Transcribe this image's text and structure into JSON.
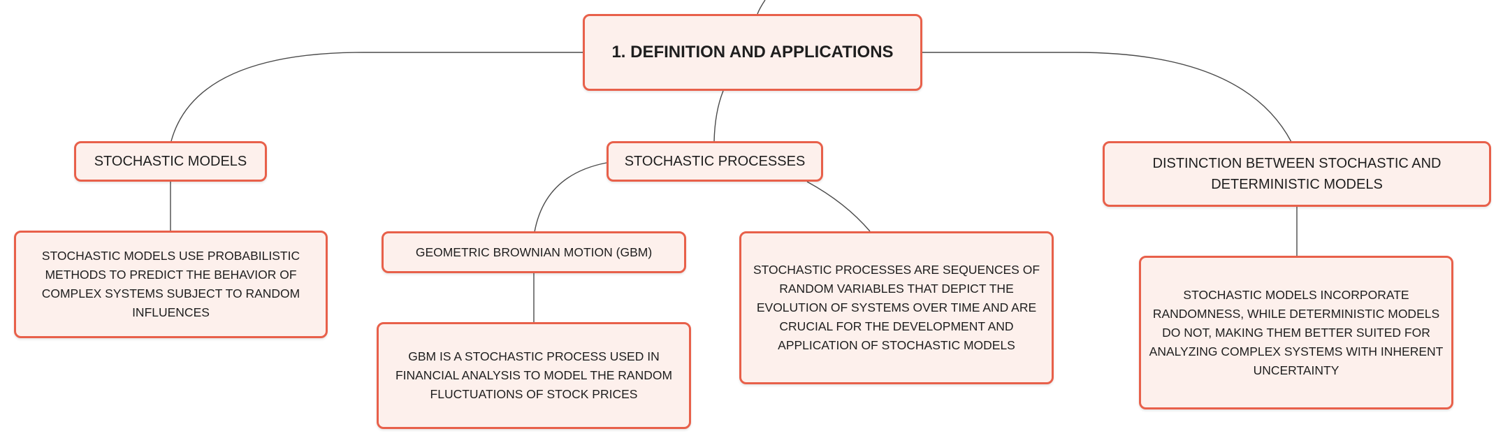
{
  "diagram": {
    "root": {
      "label": "1. DEFINITION AND APPLICATIONS"
    },
    "stochastic_models": {
      "label": "STOCHASTIC MODELS",
      "detail": "STOCHASTIC MODELS USE PROBABILISTIC METHODS TO PREDICT THE BEHAVIOR OF COMPLEX SYSTEMS SUBJECT TO RANDOM INFLUENCES"
    },
    "stochastic_processes": {
      "label": "STOCHASTIC PROCESSES",
      "detail": "STOCHASTIC PROCESSES ARE SEQUENCES OF RANDOM VARIABLES THAT DEPICT THE EVOLUTION OF SYSTEMS OVER TIME AND ARE CRUCIAL FOR THE DEVELOPMENT AND APPLICATION OF STOCHASTIC MODELS",
      "gbm": {
        "label": "GEOMETRIC BROWNIAN MOTION (GBM)",
        "detail": "GBM IS A STOCHASTIC PROCESS USED IN FINANCIAL ANALYSIS TO MODEL THE RANDOM FLUCTUATIONS OF STOCK PRICES"
      }
    },
    "distinction": {
      "label": "DISTINCTION BETWEEN STOCHASTIC AND DETERMINISTIC MODELS",
      "detail": "STOCHASTIC MODELS INCORPORATE RANDOMNESS, WHILE DETERMINISTIC MODELS DO NOT, MAKING THEM BETTER SUITED FOR ANALYZING COMPLEX SYSTEMS WITH INHERENT UNCERTAINTY"
    },
    "colors": {
      "node_fill": "#fdf0ec",
      "node_border": "#e8604a",
      "connector": "#4a4a4a",
      "text": "#1e1e1e"
    }
  }
}
